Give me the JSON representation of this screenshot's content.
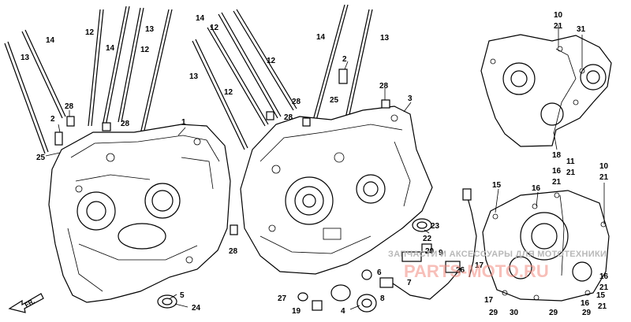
{
  "watermark": {
    "line": "ЗАПЧАСТИ И АКСЕССУАРЫ ДЛЯ МОТОТЕХНИКИ",
    "brand": "PARTS-MOTO.RU"
  },
  "front_arrow": "FR.",
  "callouts": [
    "1",
    "2",
    "3",
    "4",
    "5",
    "6",
    "7",
    "8",
    "9",
    "10",
    "11",
    "12",
    "13",
    "14",
    "15",
    "16",
    "17",
    "18",
    "19",
    "20",
    "21",
    "22",
    "23",
    "24",
    "25",
    "26",
    "27",
    "28",
    "29",
    "30",
    "31"
  ]
}
